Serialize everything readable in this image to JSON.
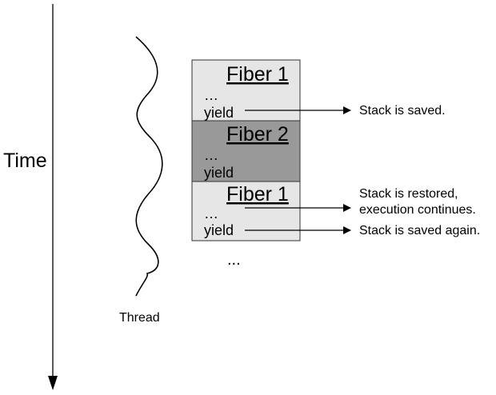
{
  "time_axis": {
    "label": "Time"
  },
  "thread": {
    "label": "Thread"
  },
  "fibers": [
    {
      "title": "Fiber 1",
      "lines": [
        "…",
        "yield"
      ],
      "fill": "#e6e6e6"
    },
    {
      "title": "Fiber 2",
      "lines": [
        "…",
        "yield"
      ],
      "fill": "#999999"
    },
    {
      "title": "Fiber 1",
      "lines": [
        "…",
        "yield"
      ],
      "fill": "#e6e6e6"
    }
  ],
  "continuation": "...",
  "annotations": [
    {
      "lines": [
        "Stack is saved."
      ]
    },
    {
      "lines": [
        "Stack is restored,",
        "execution continues."
      ]
    },
    {
      "lines": [
        "Stack is saved again."
      ]
    }
  ],
  "colors": {
    "line": "#000000",
    "box_border": "#333333",
    "fiber_light": "#e6e6e6",
    "fiber_dark": "#999999"
  }
}
